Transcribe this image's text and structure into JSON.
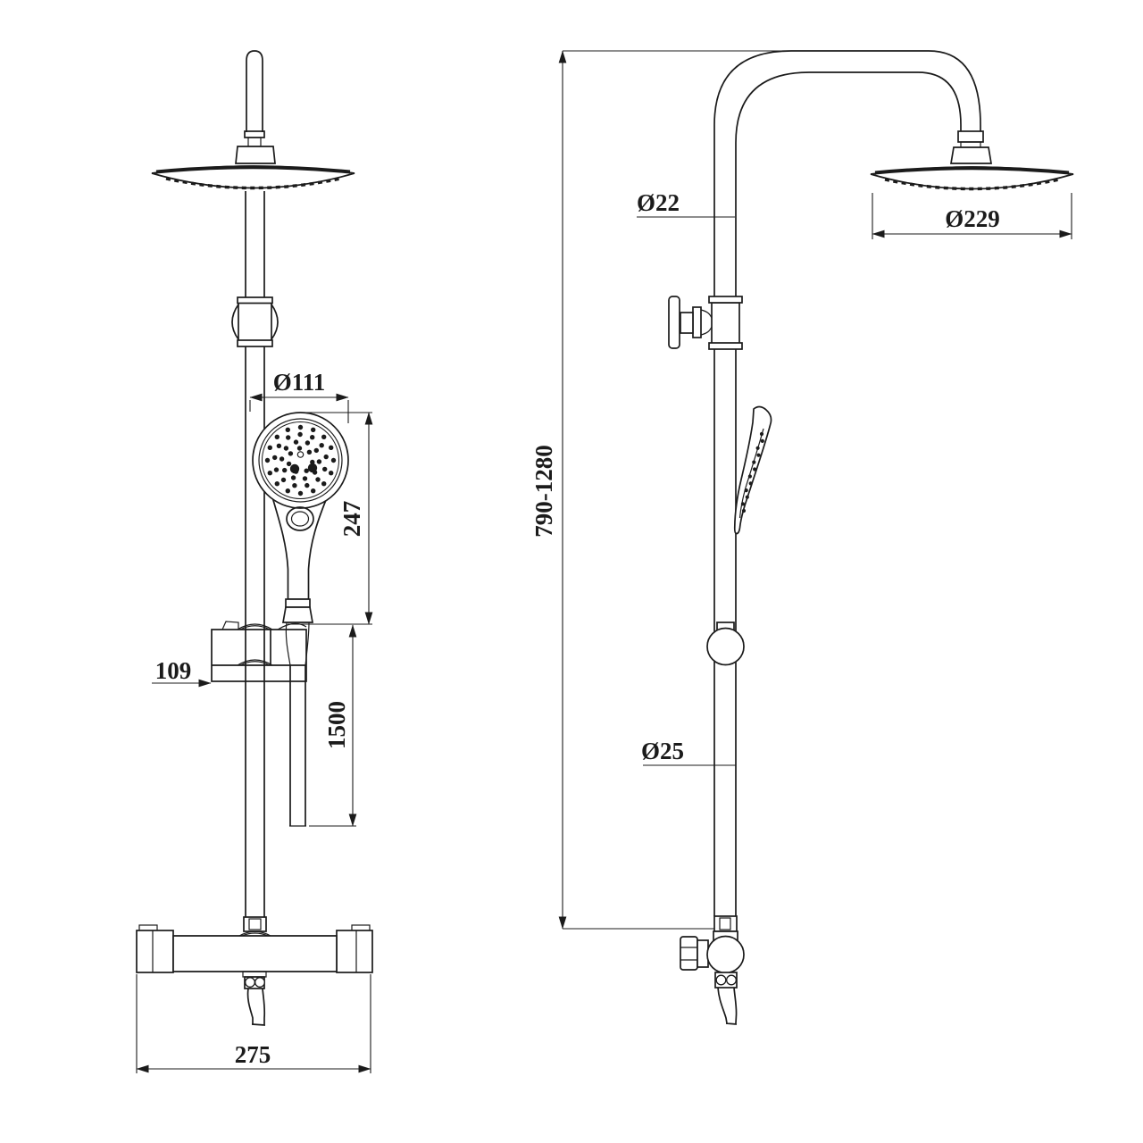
{
  "meta": {
    "title": "Shower column technical drawing, front and side views",
    "background_color": "#ffffff",
    "line_color": "#1b1b1b"
  },
  "views": {
    "front": {
      "label": "front-view",
      "dimensions": {
        "hand_shower_head_diameter": "Ø111",
        "hand_shower_length": "247",
        "holder_width": "109",
        "hose_length": "1500",
        "mixer_bar_width": "275"
      }
    },
    "side": {
      "label": "side-view",
      "dimensions": {
        "arm_pipe_diameter": "Ø22",
        "rain_head_diameter": "Ø229",
        "riser_height_range": "790-1280",
        "riser_pipe_diameter": "Ø25"
      }
    }
  }
}
